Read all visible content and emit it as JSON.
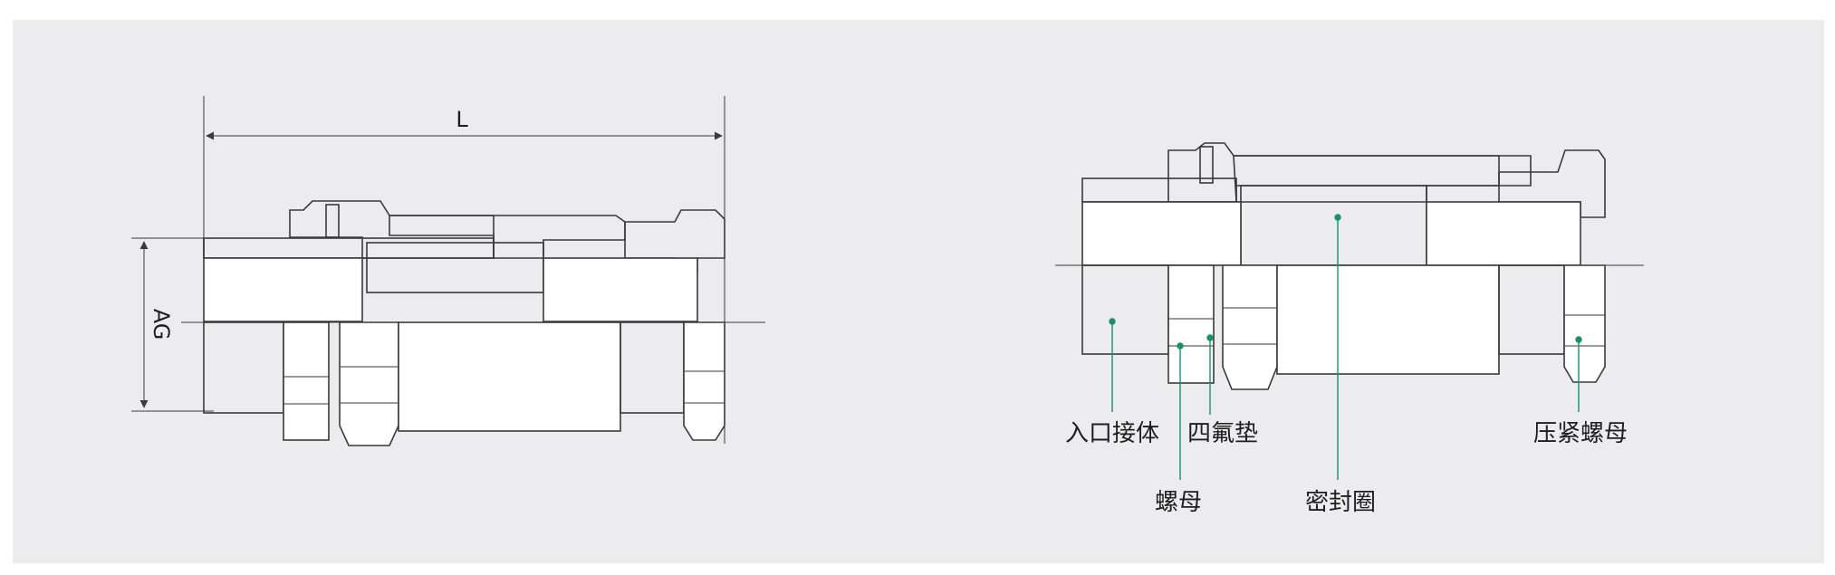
{
  "left_figure": {
    "length_label": "L",
    "thread_label": "AG"
  },
  "right_figure": {
    "callouts": [
      {
        "key": "entry",
        "text": "入口接体"
      },
      {
        "key": "ptfe",
        "text": "四氟垫"
      },
      {
        "key": "nut",
        "text": "螺母"
      },
      {
        "key": "seal",
        "text": "密封圈"
      },
      {
        "key": "press",
        "text": "压紧螺母"
      }
    ]
  },
  "colors": {
    "background": "#ececee",
    "line": "#3a3a3a",
    "callout": "#1a8f6a"
  }
}
